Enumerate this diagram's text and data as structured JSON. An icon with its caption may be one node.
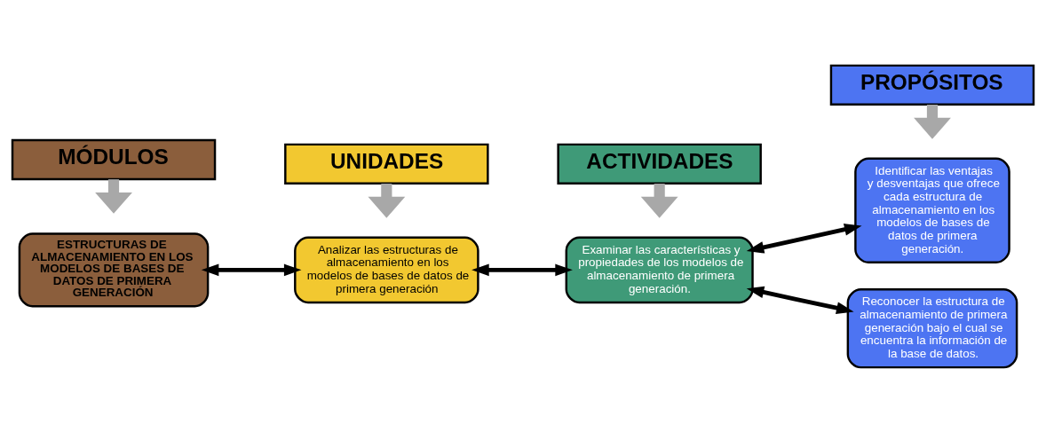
{
  "diagram": {
    "nodes": [
      {
        "text": [
          "MÓDULOS"
        ]
      },
      {
        "text": [
          "UNIDADES"
        ]
      },
      {
        "text": [
          "ACTIVIDADES"
        ]
      },
      {
        "text": [
          "PROPÓSITOS"
        ]
      },
      {
        "text": [
          "ESTRUCTURAS DE ALMACENAMIENTO EN LOS MODELOS DE BASES DE DATOS DE PRIMERA GENERACIÓN"
        ]
      },
      {
        "text": [
          "Analizar las estructuras de almacenamiento en los modelos de bases de datos de primera generación"
        ]
      },
      {
        "text": [
          "Examinar las características y propiedades de los modelos de almacenamiento de primera generación."
        ]
      },
      {
        "text": [
          "Reconocer la estructura de almacenamiento de primera generación bajo el cual se encuentra la información de la base de datos."
        ]
      },
      {
        "text": [
          "Identificar las ventajas y desventajas que ofrece cada estructura de almacenamiento en los modelos de bases de datos de primera generación."
        ]
      }
    ],
    "edges": [
      {
        "from": 0,
        "to": null,
        "arrow": "to",
        "style": "thick",
        "color": "#a8a8a8"
      },
      {
        "from": 1,
        "to": null,
        "arrow": "to",
        "style": "thick",
        "color": "#a8a8a8"
      },
      {
        "from": 2,
        "to": null,
        "arrow": "to",
        "style": "thick",
        "color": "#a8a8a8"
      },
      {
        "from": 3,
        "to": null,
        "arrow": "to",
        "style": "thick",
        "color": "#a8a8a8"
      },
      {
        "from": 4,
        "to": 5,
        "arrow": "both",
        "color": "#000000"
      },
      {
        "from": 5,
        "to": 6,
        "arrow": "both",
        "color": "#000000"
      },
      {
        "from": 6,
        "to": 7,
        "arrow": "both",
        "color": "#000000"
      },
      {
        "from": 6,
        "to": 8,
        "arrow": "both",
        "color": "#000000"
      }
    ]
  }
}
